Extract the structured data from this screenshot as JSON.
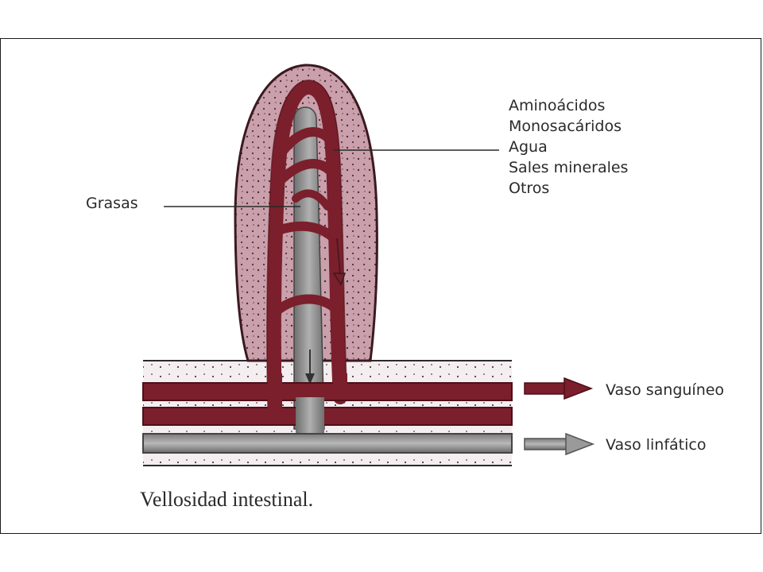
{
  "nutrients": {
    "items": [
      "Aminoácidos",
      "Monosacáridos",
      "Agua",
      "Sales minerales",
      "Otros"
    ]
  },
  "labels": {
    "fats": "Grasas",
    "blood_vessel": "Vaso sanguíneo",
    "lymph_vessel": "Vaso linfático"
  },
  "caption": "Vellosidad intestinal.",
  "colors": {
    "blood": "#7a1f2b",
    "blood_dark": "#4e0f18",
    "tissue": "#c9a0ab",
    "tissue_outline": "#3a1a20",
    "lymph": "#8f8f8f",
    "lymph_dark": "#5c5c5c",
    "label_line": "#2a2a2a"
  }
}
